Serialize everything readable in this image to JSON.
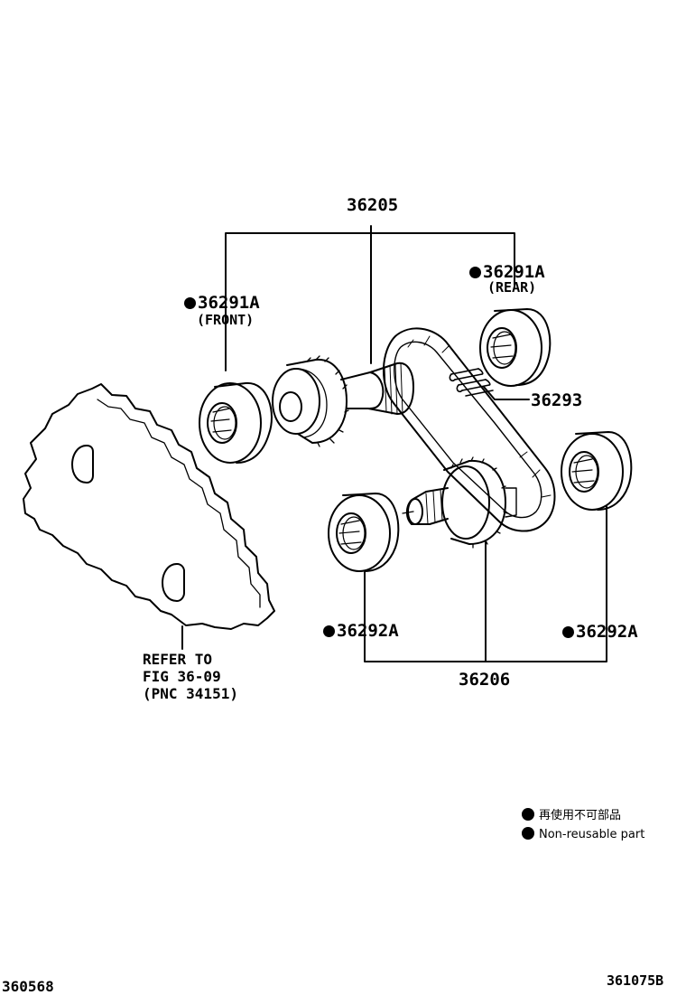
{
  "diagram": {
    "part_36205": "36205",
    "part_36291a_front": "36291A",
    "part_36291a_front_note": "(FRONT)",
    "part_36291a_rear": "36291A",
    "part_36291a_rear_note": "(REAR)",
    "part_36293": "36293",
    "part_36292a_left": "36292A",
    "part_36292a_right": "36292A",
    "part_36206": "36206",
    "refer_line1": "REFER TO",
    "refer_line2": "FIG 36-09",
    "refer_line3": "(PNC 34151)"
  },
  "legend": {
    "item1": "再使用不可部品",
    "item2": "Non-reusable part"
  },
  "footer": {
    "left_code": "360568",
    "right_code": "361075B"
  },
  "colors": {
    "ink": "#000000",
    "background": "#ffffff"
  }
}
